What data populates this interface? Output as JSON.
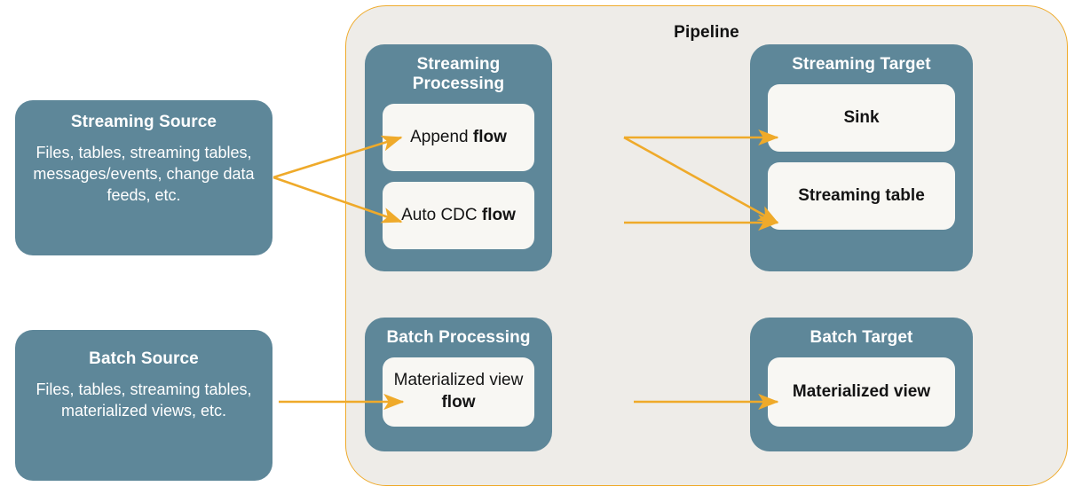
{
  "diagram": {
    "title": "Pipeline",
    "accent_color": "#EFAA2A",
    "box_color": "#5E8799",
    "card_color": "#F8F7F3",
    "container_bg": "#EEECE8",
    "page_bg": "#FFFFFF"
  },
  "sources": [
    {
      "id": "streaming-source",
      "title": "Streaming Source",
      "description": "Files, tables, streaming tables, messages/events, change data feeds, etc."
    },
    {
      "id": "batch-source",
      "title": "Batch Source",
      "description": "Files, tables, streaming tables, materialized views, etc."
    }
  ],
  "groups": [
    {
      "id": "streaming-processing",
      "title": "Streaming Processing",
      "cards": [
        {
          "regular": "Append ",
          "bold": "flow"
        },
        {
          "regular": "Auto CDC ",
          "bold": "flow"
        }
      ]
    },
    {
      "id": "streaming-target",
      "title": "Streaming Target",
      "cards": [
        {
          "regular": "",
          "bold": "Sink"
        },
        {
          "regular": "",
          "bold": "Streaming table"
        }
      ]
    },
    {
      "id": "batch-processing",
      "title": "Batch Processing",
      "cards": [
        {
          "regular": "Materialized view",
          "bold": "flow"
        }
      ]
    },
    {
      "id": "batch-target",
      "title": "Batch Target",
      "cards": [
        {
          "regular": "",
          "bold": "Materialized view"
        }
      ]
    }
  ],
  "connections": [
    {
      "from": "streaming-source",
      "to": "append-flow"
    },
    {
      "from": "streaming-source",
      "to": "auto-cdc-flow"
    },
    {
      "from": "append-flow",
      "to": "sink"
    },
    {
      "from": "append-flow",
      "to": "streaming-table"
    },
    {
      "from": "auto-cdc-flow",
      "to": "streaming-table"
    },
    {
      "from": "batch-source",
      "to": "materialized-view-flow"
    },
    {
      "from": "materialized-view-flow",
      "to": "materialized-view"
    }
  ]
}
